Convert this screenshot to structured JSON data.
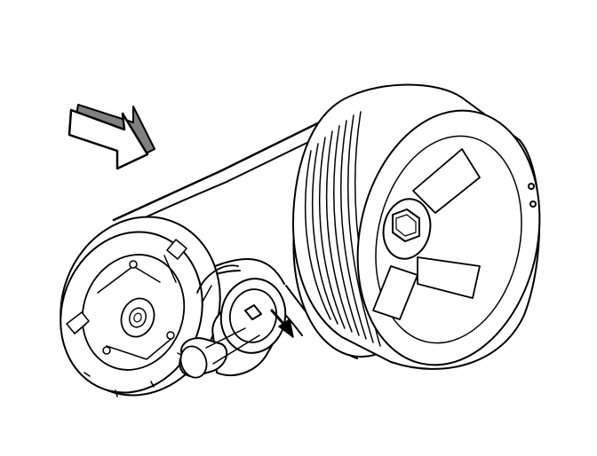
{
  "diagram": {
    "line_color": "#000000",
    "fill_color": "#ffffff",
    "arrow_shading": "#808080",
    "components": [
      {
        "name": "crankshaft-pulley",
        "icon": "multi-groove-pulley"
      },
      {
        "name": "compressor-clutch-pulley",
        "icon": "clutch-pulley"
      },
      {
        "name": "belt-tensioner",
        "icon": "tensioner-arm"
      },
      {
        "name": "drive-belt",
        "icon": "serpentine-belt"
      }
    ],
    "indicators": [
      {
        "name": "view-direction-arrow",
        "icon": "large-block-arrow"
      },
      {
        "name": "tensioner-rotation-arrow",
        "icon": "small-arrow"
      }
    ]
  }
}
